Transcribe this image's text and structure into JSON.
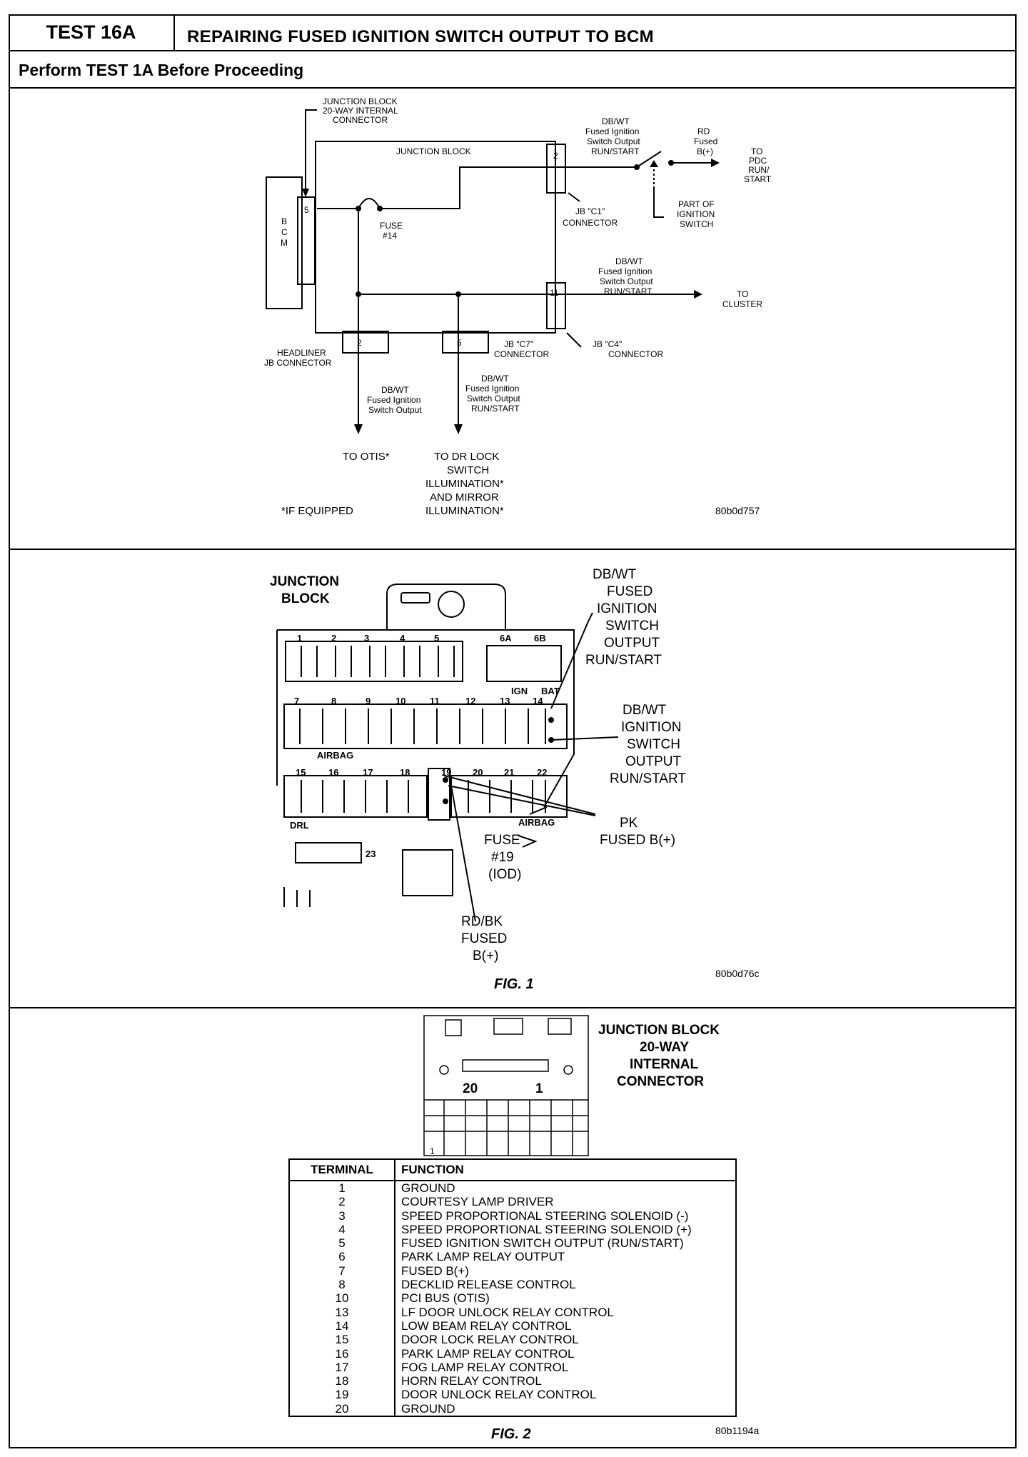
{
  "header": {
    "test_id": "TEST 16A",
    "title": "REPAIRING FUSED IGNITION SWITCH OUTPUT TO BCM",
    "subtitle": "Perform TEST 1A Before Proceeding"
  },
  "schematic": {
    "jb_internal_connector": [
      "JUNCTION BLOCK",
      "20-WAY INTERNAL",
      "CONNECTOR"
    ],
    "junction_block": "JUNCTION BLOCK",
    "bcm": [
      "B",
      "C",
      "M"
    ],
    "pin_bcm": "5",
    "pin_c1": "2",
    "pin_c4": "11",
    "pin_headliner": "2",
    "pin_c7": "5",
    "fuse": [
      "FUSE",
      "#14"
    ],
    "top_wire": [
      "DB/WT",
      "Fused Ignition",
      "Switch Output",
      "RUN/START"
    ],
    "rd_fused": [
      "RD",
      "Fused",
      "B(+)"
    ],
    "to_pdc": [
      "TO",
      "PDC",
      "RUN/",
      "START"
    ],
    "part_of_ign": [
      "PART OF",
      "IGNITION",
      "SWITCH"
    ],
    "jb_c1": [
      "JB \"C1\"",
      "CONNECTOR"
    ],
    "mid_wire": [
      "DB/WT",
      "Fused Ignition",
      "Switch Output",
      "RUN/START"
    ],
    "to_cluster": [
      "TO",
      "CLUSTER"
    ],
    "jb_c4": [
      "JB \"C4\"",
      "CONNECTOR"
    ],
    "headliner": [
      "HEADLINER",
      "JB CONNECTOR"
    ],
    "jb_c7": [
      "JB \"C7\"",
      "CONNECTOR"
    ],
    "otis_wire": [
      "DB/WT",
      "Fused Ignition",
      "Switch Output"
    ],
    "dr_wire": [
      "DB/WT",
      "Fused Ignition",
      "Switch Output",
      "RUN/START"
    ],
    "to_otis": "TO OTIS*",
    "to_dr_lock": [
      "TO DR LOCK",
      "SWITCH",
      "ILLUMINATION*",
      "AND MIRROR",
      "ILLUMINATION*"
    ],
    "if_equipped": "*IF EQUIPPED",
    "code": "80b0d757"
  },
  "fig1": {
    "junction_block": [
      "JUNCTION",
      "BLOCK"
    ],
    "row1": [
      "1",
      "2",
      "3",
      "4",
      "5"
    ],
    "row1b": [
      "6A",
      "6B"
    ],
    "ign": "IGN",
    "bat": "BAT",
    "row2": [
      "7",
      "8",
      "9",
      "10",
      "11",
      "12",
      "13",
      "14"
    ],
    "airbag1": "AIRBAG",
    "row3": [
      "15",
      "16",
      "17",
      "18",
      "19",
      "20",
      "21",
      "22"
    ],
    "drl": "DRL",
    "airbag2": "AIRBAG",
    "n23": "23",
    "fused_output": [
      "DB/WT",
      "FUSED",
      "IGNITION",
      "SWITCH",
      "OUTPUT",
      "RUN/START"
    ],
    "ign_output": [
      "DB/WT",
      "IGNITION",
      "SWITCH",
      "OUTPUT",
      "RUN/START"
    ],
    "pk": [
      "PK",
      "FUSED B(+)"
    ],
    "fuse19": [
      "FUSE",
      "#19",
      "(IOD)"
    ],
    "rdbk": [
      "RD/BK",
      "FUSED",
      "B(+)"
    ],
    "caption": "FIG. 1",
    "code": "80b0d76c"
  },
  "fig2": {
    "title": [
      "JUNCTION BLOCK",
      "20-WAY",
      "INTERNAL",
      "CONNECTOR"
    ],
    "pin20": "20",
    "pin1": "1",
    "pinL": "1",
    "col_terminal": "TERMINAL",
    "col_function": "FUNCTION",
    "rows": [
      {
        "t": "1",
        "f": "GROUND"
      },
      {
        "t": "2",
        "f": "COURTESY LAMP DRIVER"
      },
      {
        "t": "3",
        "f": "SPEED PROPORTIONAL STEERING SOLENOID (-)"
      },
      {
        "t": "4",
        "f": "SPEED PROPORTIONAL STEERING SOLENOID (+)"
      },
      {
        "t": "5",
        "f": "FUSED IGNITION SWITCH OUTPUT (RUN/START)"
      },
      {
        "t": "6",
        "f": "PARK LAMP RELAY OUTPUT"
      },
      {
        "t": "7",
        "f": "FUSED B(+)"
      },
      {
        "t": "8",
        "f": "DECKLID RELEASE CONTROL"
      },
      {
        "t": "10",
        "f": "PCI BUS (OTIS)"
      },
      {
        "t": "13",
        "f": "LF DOOR UNLOCK RELAY CONTROL"
      },
      {
        "t": "14",
        "f": "LOW BEAM RELAY CONTROL"
      },
      {
        "t": "15",
        "f": "DOOR LOCK RELAY CONTROL"
      },
      {
        "t": "16",
        "f": "PARK LAMP RELAY CONTROL"
      },
      {
        "t": "17",
        "f": "FOG LAMP RELAY CONTROL"
      },
      {
        "t": "18",
        "f": "HORN RELAY CONTROL"
      },
      {
        "t": "19",
        "f": "DOOR UNLOCK RELAY CONTROL"
      },
      {
        "t": "20",
        "f": "GROUND"
      }
    ],
    "caption": "FIG. 2",
    "code": "80b1194a"
  }
}
